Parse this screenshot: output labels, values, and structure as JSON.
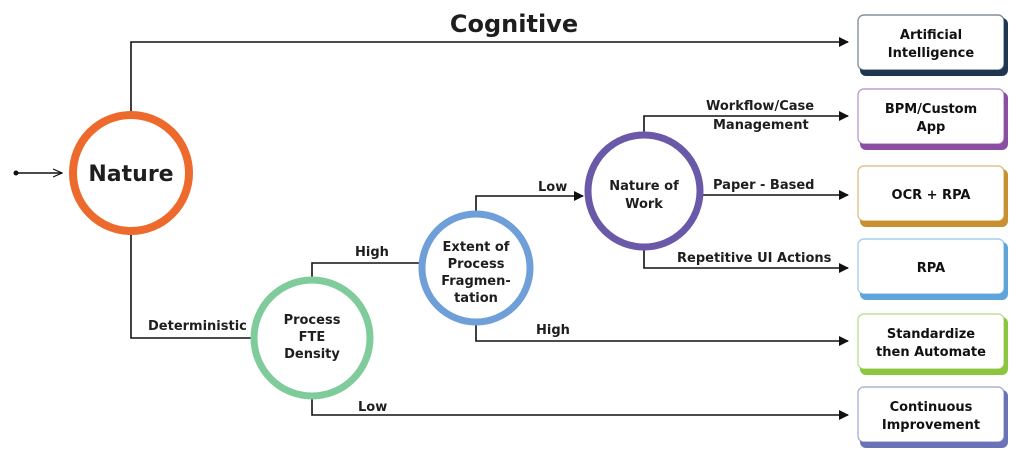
{
  "title": "Cognitive",
  "entry_arrow": "arrow-right-icon",
  "nodes": {
    "nature": {
      "label": [
        "Nature"
      ],
      "color": "#ee6a2c"
    },
    "fte": {
      "label": [
        "Process",
        "FTE",
        "Density"
      ],
      "color": "#7fcb9b"
    },
    "fragmentation": {
      "label": [
        "Extent of",
        "Process",
        "Fragmen-",
        "tation"
      ],
      "color": "#6f9fd8"
    },
    "work": {
      "label": [
        "Nature of",
        "Work"
      ],
      "color": "#6a58a8"
    }
  },
  "edges": {
    "cognitive": "Cognitive",
    "deterministic": "Deterministic",
    "fte_high": "High",
    "fte_low": "Low",
    "frag_low": "Low",
    "frag_high": "High",
    "workflow": [
      "Workflow/Case",
      "Management"
    ],
    "paper": "Paper - Based",
    "repetitive": "Repetitive UI Actions"
  },
  "outcomes": [
    {
      "label": [
        "Artificial",
        "Intelligence"
      ],
      "color": "#1f3651"
    },
    {
      "label": [
        "BPM/Custom",
        "App"
      ],
      "color": "#8a4fa3"
    },
    {
      "label": [
        "OCR + RPA"
      ],
      "color": "#c8902f"
    },
    {
      "label": [
        "RPA"
      ],
      "color": "#5ea5dc"
    },
    {
      "label": [
        "Standardize",
        "then Automate"
      ],
      "color": "#8cc63f"
    },
    {
      "label": [
        "Continuous",
        "Improvement"
      ],
      "color": "#6a72b8"
    }
  ]
}
